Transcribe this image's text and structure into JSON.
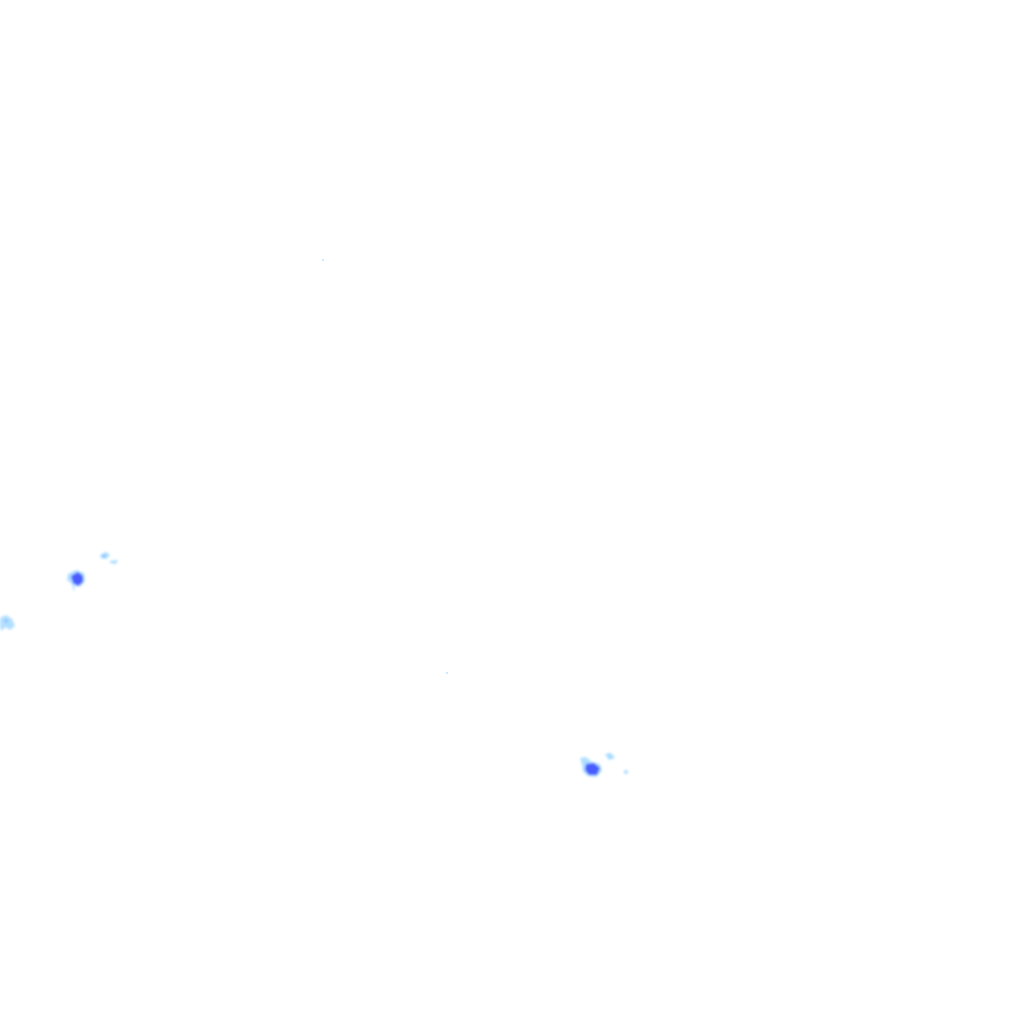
{
  "map": {
    "layer": "precipitation-radar",
    "background_color": "#ffffff",
    "colors": {
      "light": "#a9dcff",
      "moderate": "#7fb8ff",
      "heavy": "#4a5cff"
    },
    "cells": [
      {
        "id": "cell-west-1",
        "intensity": "heavy"
      },
      {
        "id": "cell-west-2",
        "intensity": "light"
      },
      {
        "id": "cell-west-edge",
        "intensity": "light"
      },
      {
        "id": "cell-southeast-1",
        "intensity": "heavy"
      },
      {
        "id": "cell-southeast-2",
        "intensity": "light"
      },
      {
        "id": "cell-southeast-3",
        "intensity": "light"
      }
    ]
  }
}
